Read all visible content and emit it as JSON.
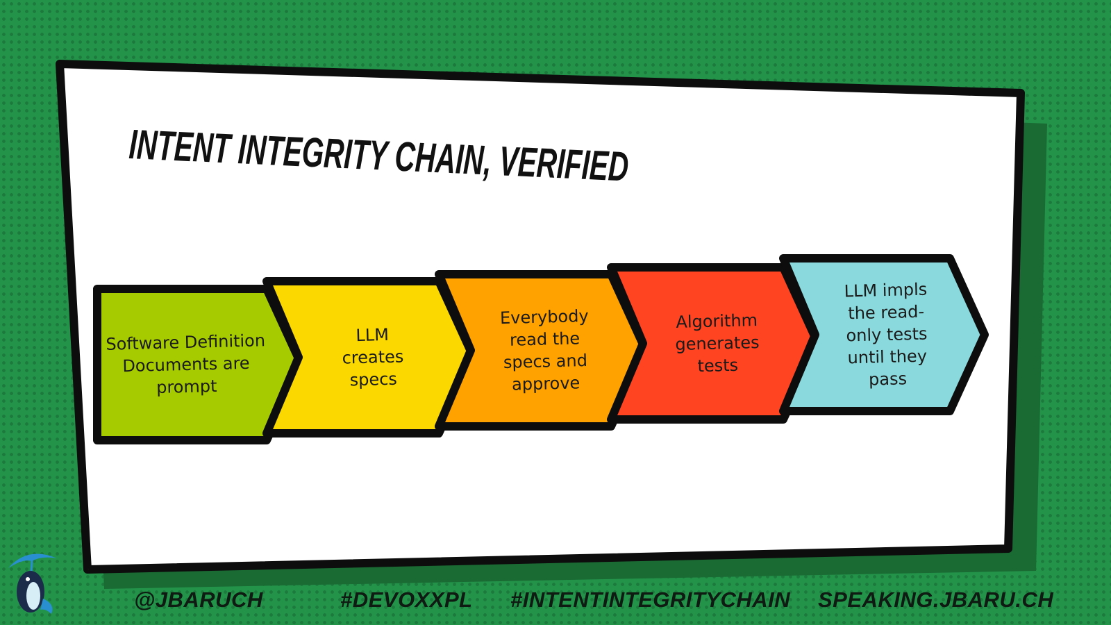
{
  "slide": {
    "title": "INTENT INTEGRITY CHAIN, VERIFIED"
  },
  "steps": [
    {
      "lines": [
        "Software Definition",
        "Documents are",
        "prompt"
      ],
      "color": "#a6cc00"
    },
    {
      "lines": [
        "LLM",
        "creates",
        "specs"
      ],
      "color": "#fad800"
    },
    {
      "lines": [
        "Everybody",
        "read the",
        "specs and",
        "approve"
      ],
      "color": "#ffa200"
    },
    {
      "lines": [
        "Algorithm",
        "generates",
        "tests"
      ],
      "color": "#ff4422"
    },
    {
      "lines": [
        "LLM impls",
        "the read-",
        "only tests",
        "until they",
        "pass"
      ],
      "color": "#8ad9dc"
    }
  ],
  "footer": {
    "handle": "@JBARUCH",
    "event_tag": "#DEVOXXPL",
    "topic_tag": "#INTENTINTEGRITYCHAIN",
    "site": "SPEAKING.JBARU.CH"
  },
  "logo": {
    "icon": "penguin-umbrella-icon"
  },
  "colors": {
    "background": "#23934a",
    "slide": "#ffffff",
    "outline": "#0d0d0d"
  }
}
